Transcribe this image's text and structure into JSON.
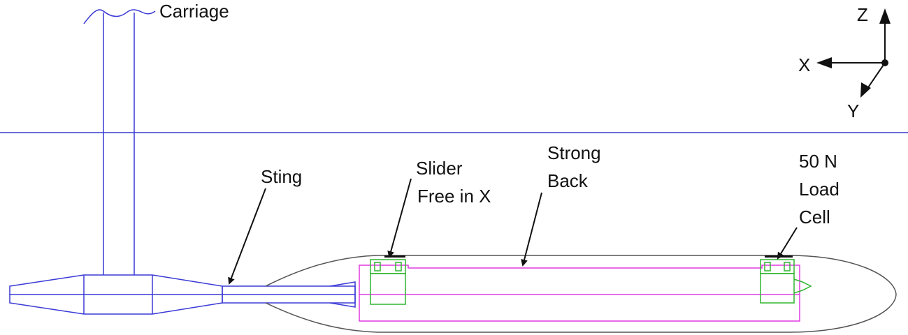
{
  "labels": {
    "carriage": "Carriage",
    "sting": "Sting",
    "slider_line1": "Slider",
    "slider_line2": "Free in X",
    "strongback_line1": "Strong",
    "strongback_line2": "Back",
    "loadcell_line1": "50 N",
    "loadcell_line2": "Load",
    "loadcell_line3": "Cell"
  },
  "axes": {
    "z": "Z",
    "x": "X",
    "y": "Y"
  },
  "colors": {
    "carriage_blue": "#3a3ad6",
    "hull_gray": "#555555",
    "strongback_magenta": "#e23ae2",
    "slider_green": "#2fb52f",
    "annotation_black": "#111111"
  }
}
